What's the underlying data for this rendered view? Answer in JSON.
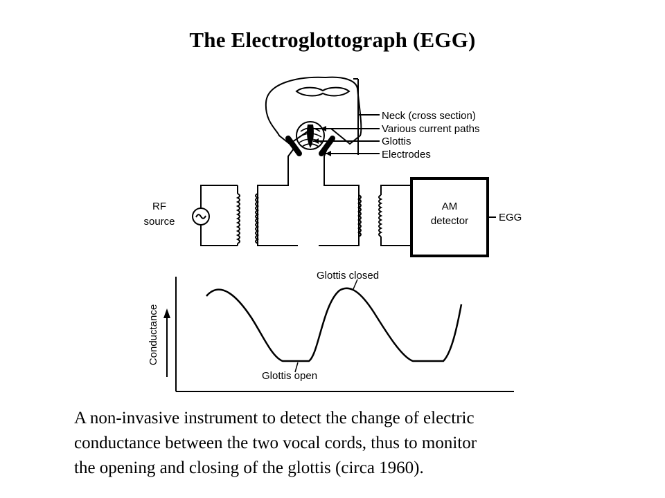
{
  "title": "The Electroglottograph (EGG)",
  "diagram": {
    "labels": {
      "neck": "Neck (cross section)",
      "current_paths": "Various current paths",
      "glottis": "Glottis",
      "electrodes": "Electrodes",
      "rf_line1": "RF",
      "rf_line2": "source",
      "am_line1": "AM",
      "am_line2": "detector",
      "egg_output": "EGG"
    },
    "source_symbol": "~",
    "waveform": {
      "axis_label": "Conductance",
      "closed_label": "Glottis closed",
      "open_label": "Glottis open"
    }
  },
  "caption": {
    "line1": "A non-invasive instrument to detect the change of electric",
    "line2": "conductance between the two vocal cords, thus to monitor",
    "line3": "the opening and closing of the glottis (circa 1960)."
  }
}
